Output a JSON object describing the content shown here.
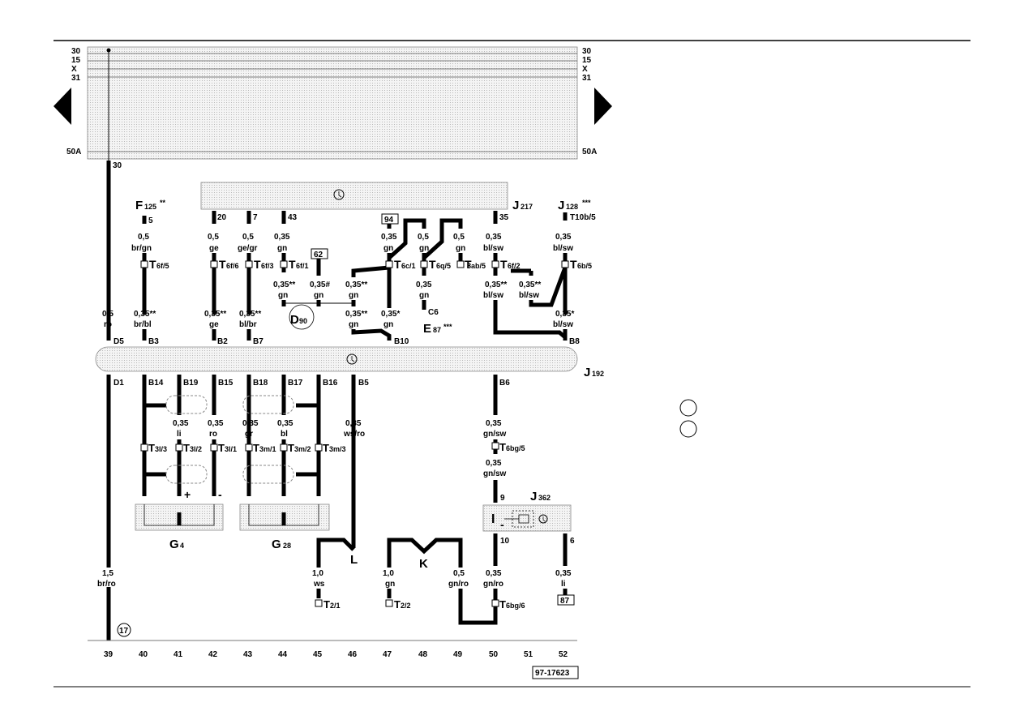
{
  "bus": {
    "labels_left": [
      "30",
      "15",
      "X",
      "31"
    ],
    "labels_right": [
      "30",
      "15",
      "X",
      "31"
    ],
    "fuse_left": "50A",
    "fuse_right": "50A"
  },
  "components": {
    "J217": {
      "letter": "J",
      "sub": "217"
    },
    "J128": {
      "letter": "J",
      "sub": "128",
      "sup": "***"
    },
    "F125": {
      "letter": "F",
      "sub": "125",
      "sup": "**"
    },
    "J192": {
      "letter": "J",
      "sub": "192"
    },
    "J362": {
      "letter": "J",
      "sub": "362"
    },
    "D90": {
      "letter": "D",
      "sub": "90"
    },
    "E87": {
      "letter": "E",
      "sub": "87",
      "sup": "***"
    },
    "G4": {
      "letter": "G",
      "sub": "4"
    },
    "G28": {
      "letter": "G",
      "sub": "28"
    },
    "L": "L",
    "K": "K"
  },
  "pins": [
    "30",
    "5",
    "20",
    "7",
    "43",
    "35",
    "T10b/5",
    "D5",
    "B3",
    "B2",
    "B7",
    "B10",
    "B8",
    "C6",
    "D1",
    "B14",
    "B19",
    "B15",
    "B18",
    "B17",
    "B16",
    "B5",
    "B6",
    "9",
    "10",
    "6"
  ],
  "boxed_refs": [
    "94",
    "62",
    "17",
    "87"
  ],
  "wire_labels": [
    {
      "id": "w1",
      "size": "0,5",
      "color": "ro"
    },
    {
      "id": "w2",
      "size": "0,5",
      "color": "br/gn"
    },
    {
      "id": "w3",
      "size": "0,35**",
      "color": "br/bl"
    },
    {
      "id": "w4",
      "size": "0,5",
      "color": "ge"
    },
    {
      "id": "w5",
      "size": "0,35**",
      "color": "ge"
    },
    {
      "id": "w6",
      "size": "0,5",
      "color": "ge/gr"
    },
    {
      "id": "w7",
      "size": "0,35**",
      "color": "bl/br"
    },
    {
      "id": "w8",
      "size": "0,35",
      "color": "gn"
    },
    {
      "id": "w9",
      "size": "0,35**",
      "color": "gn"
    },
    {
      "id": "w10",
      "size": "0,35#",
      "color": "gn"
    },
    {
      "id": "w11",
      "size": "0,35**",
      "color": "gn"
    },
    {
      "id": "w12",
      "size": "0,35**",
      "color": "gn"
    },
    {
      "id": "w13",
      "size": "0,35",
      "color": "gn"
    },
    {
      "id": "w14",
      "size": "0,35*",
      "color": "gn"
    },
    {
      "id": "w15",
      "size": "0,5",
      "color": "gn"
    },
    {
      "id": "w16",
      "size": "0,5",
      "color": "gn"
    },
    {
      "id": "w17",
      "size": "0,35",
      "color": "gn"
    },
    {
      "id": "w18",
      "size": "0,35",
      "color": "bl/sw"
    },
    {
      "id": "w19",
      "size": "0,35",
      "color": "bl/sw"
    },
    {
      "id": "w20",
      "size": "0,35**",
      "color": "bl/sw"
    },
    {
      "id": "w21",
      "size": "0,35**",
      "color": "bl/sw"
    },
    {
      "id": "w22",
      "size": "0,35*",
      "color": "bl/sw"
    },
    {
      "id": "w23",
      "size": "0,35",
      "color": "li"
    },
    {
      "id": "w24",
      "size": "0,35",
      "color": "ro"
    },
    {
      "id": "w25",
      "size": "0,35",
      "color": "gr"
    },
    {
      "id": "w26",
      "size": "0,35",
      "color": "bl"
    },
    {
      "id": "w27",
      "size": "0,35",
      "color": "ws/ro"
    },
    {
      "id": "w28",
      "size": "0,35",
      "color": "gn/sw"
    },
    {
      "id": "w29",
      "size": "0,35",
      "color": "gn/sw"
    },
    {
      "id": "w30",
      "size": "1,5",
      "color": "br/ro"
    },
    {
      "id": "w31",
      "size": "1,0",
      "color": "ws"
    },
    {
      "id": "w32",
      "size": "1,0",
      "color": "gn"
    },
    {
      "id": "w33",
      "size": "0,5",
      "color": "gn/ro"
    },
    {
      "id": "w34",
      "size": "0,35",
      "color": "gn/ro"
    },
    {
      "id": "w35",
      "size": "0,35",
      "color": "li"
    }
  ],
  "connectors": [
    {
      "id": "c1",
      "main": "T",
      "sub": "6f/5"
    },
    {
      "id": "c2",
      "main": "T",
      "sub": "6f/6"
    },
    {
      "id": "c3",
      "main": "T",
      "sub": "6f/3"
    },
    {
      "id": "c4",
      "main": "T",
      "sub": "6f/1"
    },
    {
      "id": "c5",
      "main": "T",
      "sub": "6c/1"
    },
    {
      "id": "c6",
      "main": "T",
      "sub": "6q/5"
    },
    {
      "id": "c7",
      "main": "T",
      "sub": "8ab/5"
    },
    {
      "id": "c8",
      "main": "T",
      "sub": "6f/2"
    },
    {
      "id": "c9",
      "main": "T",
      "sub": "6b/5"
    },
    {
      "id": "c10",
      "main": "T",
      "sub": "3l/3"
    },
    {
      "id": "c11",
      "main": "T",
      "sub": "3l/2"
    },
    {
      "id": "c12",
      "main": "T",
      "sub": "3l/1"
    },
    {
      "id": "c13",
      "main": "T",
      "sub": "3m/1"
    },
    {
      "id": "c14",
      "main": "T",
      "sub": "3m/2"
    },
    {
      "id": "c15",
      "main": "T",
      "sub": "3m/3"
    },
    {
      "id": "c16",
      "main": "T",
      "sub": "6bg/5"
    },
    {
      "id": "c17",
      "main": "T",
      "sub": "2/1"
    },
    {
      "id": "c18",
      "main": "T",
      "sub": "2/2"
    },
    {
      "id": "c19",
      "main": "T",
      "sub": "6bg/6"
    }
  ],
  "symbols": {
    "plus": "+",
    "minus": "-",
    "i_mark": "I"
  },
  "track_numbers": [
    "39",
    "40",
    "41",
    "42",
    "43",
    "44",
    "45",
    "46",
    "47",
    "48",
    "49",
    "50",
    "51",
    "52"
  ],
  "doc_code": "97-17623"
}
